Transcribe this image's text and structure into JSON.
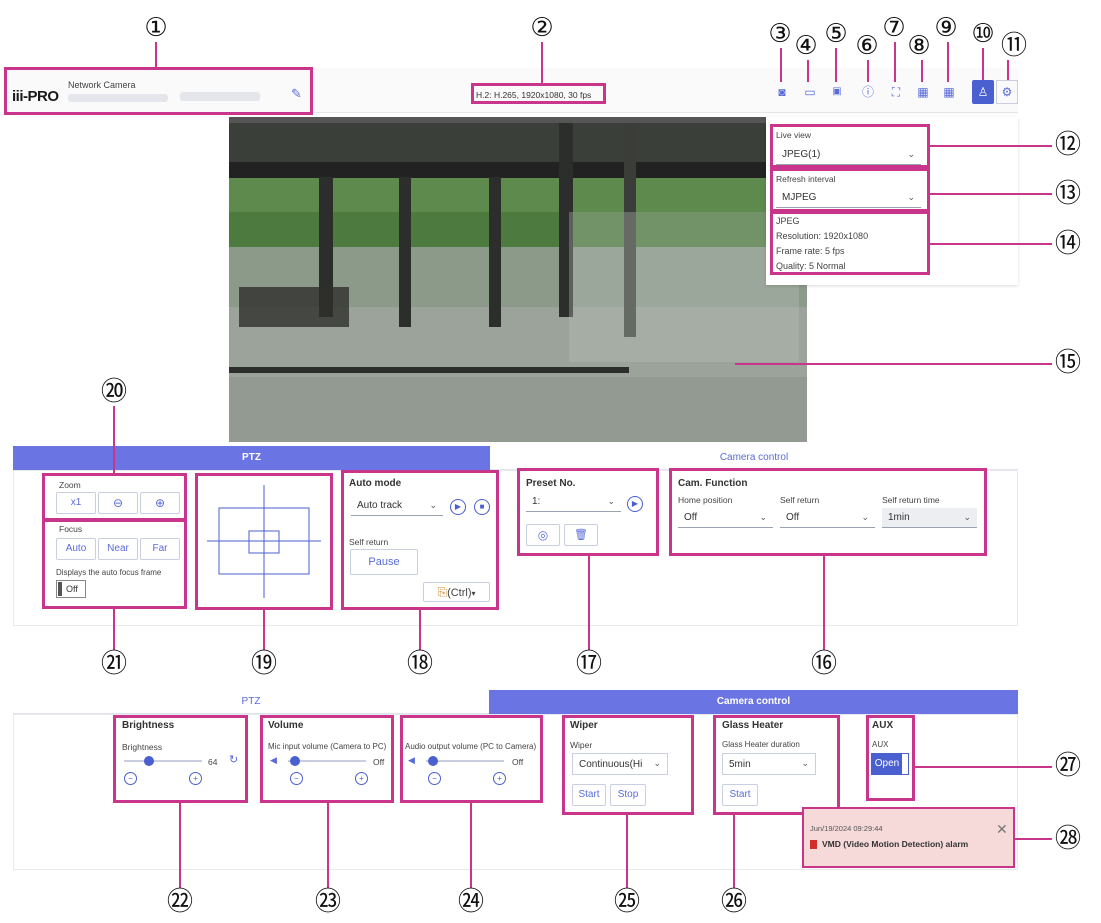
{
  "callouts": [
    "①",
    "②",
    "③",
    "④",
    "⑤",
    "⑥",
    "⑦",
    "⑧",
    "⑨",
    "⑩",
    "⑪",
    "⑫",
    "⑬",
    "⑭",
    "⑮",
    "⑯",
    "⑰",
    "⑱",
    "⑲",
    "⑳",
    "㉑",
    "㉒",
    "㉓",
    "㉔",
    "㉕",
    "㉖",
    "㉗",
    "㉘"
  ],
  "header": {
    "logo": "iii-PRO",
    "product": "Network Camera",
    "stream_info": "H.2: H.265, 1920x1080, 30 fps"
  },
  "toolbar_icons": [
    "snapshot-icon",
    "record-icon",
    "sd-icon",
    "help-icon",
    "fullscreen-icon",
    "grid-icon",
    "multiscreen-icon",
    "live-icon",
    "settings-icon"
  ],
  "live_view": {
    "label": "Live view",
    "value": "JPEG(1)",
    "refresh_label": "Refresh interval",
    "refresh_value": "MJPEG",
    "info": {
      "codec": "JPEG",
      "resolution": "Resolution: 1920x1080",
      "frame_rate": "Frame rate: 5 fps",
      "quality": "Quality: 5 Normal"
    }
  },
  "tabs1": {
    "ptz": "PTZ",
    "camera": "Camera control"
  },
  "zoom": {
    "label": "Zoom",
    "x1": "x1",
    "minus": "⊖",
    "plus": "⊕"
  },
  "focus": {
    "label": "Focus",
    "auto": "Auto",
    "near": "Near",
    "far": "Far",
    "af_label": "Displays the auto focus frame",
    "toggle": "Off"
  },
  "auto_mode": {
    "label": "Auto mode",
    "value": "Auto track",
    "self_return": "Self return",
    "pause": "Pause",
    "ctrl": "(Ctrl)"
  },
  "preset": {
    "label": "Preset No.",
    "value": "1:"
  },
  "cam_function": {
    "label": "Cam. Function",
    "home_label": "Home position",
    "home_value": "Off",
    "self_return_label": "Self return",
    "self_return_value": "Off",
    "time_label": "Self return time",
    "time_value": "1min"
  },
  "tabs2": {
    "ptz": "PTZ",
    "camera": "Camera control"
  },
  "brightness": {
    "title": "Brightness",
    "label": "Brightness",
    "value": "64",
    "level": 0.3
  },
  "volume": {
    "title": "Volume",
    "mic_label": "Mic input volume (Camera to PC)",
    "mic_value": "Off",
    "out_label": "Audio output volume (PC to Camera)",
    "out_value": "Off"
  },
  "wiper": {
    "title": "Wiper",
    "label": "Wiper",
    "value": "Continuous(Hi",
    "start": "Start",
    "stop": "Stop"
  },
  "heater": {
    "title": "Glass Heater",
    "label": "Glass Heater duration",
    "value": "5min",
    "start": "Start"
  },
  "aux": {
    "title": "AUX",
    "label": "AUX",
    "toggle": "Open"
  },
  "alarm": {
    "time": "Jun/19/2024 09:29:44",
    "text": "VMD (Video Motion Detection) alarm"
  },
  "colors": {
    "accent": "#5a6bd8",
    "highlight": "#c8358a",
    "tab_active": "#6a74e3",
    "alarm_bg": "#f6d9d9"
  }
}
